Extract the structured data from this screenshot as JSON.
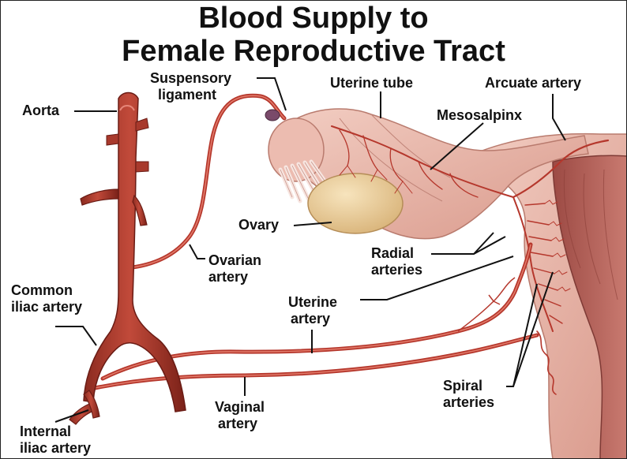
{
  "title": {
    "line1": "Blood Supply to",
    "line2": "Female Reproductive Tract"
  },
  "labels": {
    "aorta": "Aorta",
    "suspensory_1": "Suspensory",
    "suspensory_2": "ligament",
    "uterine_tube": "Uterine tube",
    "arcuate_artery": "Arcuate artery",
    "mesosalpinx": "Mesosalpinx",
    "ovary": "Ovary",
    "ovarian_1": "Ovarian",
    "ovarian_2": "artery",
    "radial_1": "Radial",
    "radial_2": "arteries",
    "common_iliac_1": "Common",
    "common_iliac_2": "iliac artery",
    "uterine_artery_1": "Uterine",
    "uterine_artery_2": "artery",
    "vaginal_1": "Vaginal",
    "vaginal_2": "artery",
    "spiral_1": "Spiral",
    "spiral_2": "arteries",
    "internal_iliac_1": "Internal",
    "internal_iliac_2": "iliac artery"
  },
  "colors": {
    "artery": "#b5372c",
    "artery_dark": "#7e2219",
    "tissue": "#e9b7aa",
    "tissue_dark": "#c98a7d",
    "ovary": "#eed29e",
    "leader": "#111111"
  }
}
